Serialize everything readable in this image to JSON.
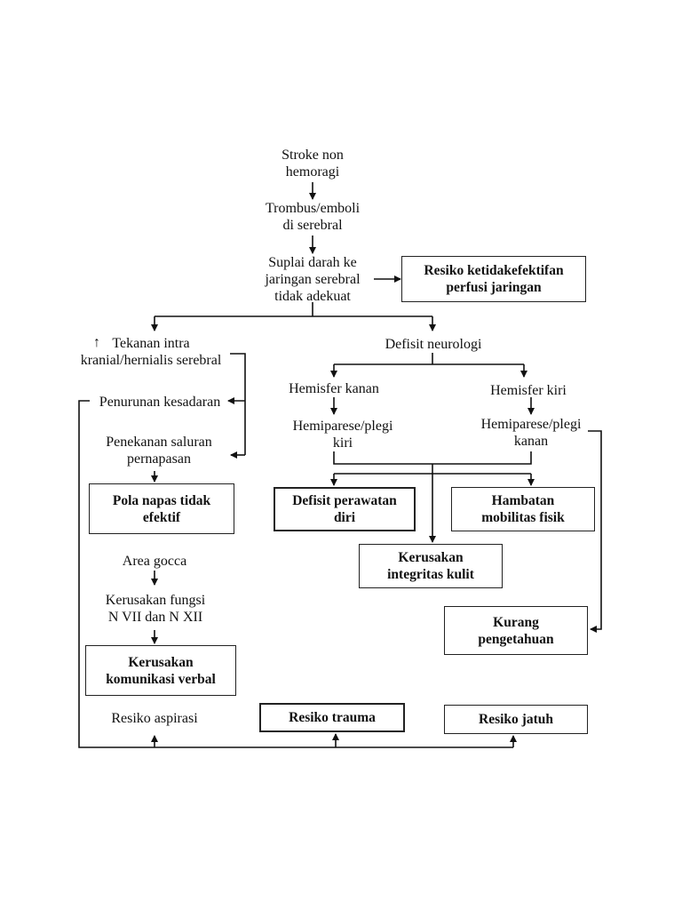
{
  "diagram": {
    "nodes": [
      {
        "id": "stroke",
        "label": "Stroke non\nhemoragi",
        "kind": "plain"
      },
      {
        "id": "trombus",
        "label": "Trombus/emboli\ndi serebral",
        "kind": "plain"
      },
      {
        "id": "suplai",
        "label": "Suplai darah ke\njaringan serebral\ntidak adekuat",
        "kind": "plain"
      },
      {
        "id": "resiko_perfusi",
        "label": "Resiko ketidakefektifan\nperfusi jaringan",
        "kind": "boxed"
      },
      {
        "id": "tekanan",
        "label": "Tekanan intra\nkranial/hernialis serebral",
        "kind": "plain",
        "prefix": "↑"
      },
      {
        "id": "defisit_neuro",
        "label": "Defisit neurologi",
        "kind": "plain"
      },
      {
        "id": "penurunan",
        "label": "Penurunan kesadaran",
        "kind": "plain"
      },
      {
        "id": "hem_kanan",
        "label": "Hemisfer kanan",
        "kind": "plain"
      },
      {
        "id": "hem_kiri",
        "label": "Hemisfer kiri",
        "kind": "plain"
      },
      {
        "id": "hemiparese_kiri",
        "label": "Hemiparese/plegi\nkiri",
        "kind": "plain"
      },
      {
        "id": "hemiparese_kanan",
        "label": "Hemiparese/plegi\nkanan",
        "kind": "plain"
      },
      {
        "id": "penekanan",
        "label": "Penekanan saluran\npernapasan",
        "kind": "plain"
      },
      {
        "id": "pola_napas",
        "label": "Pola napas tidak\nefektif",
        "kind": "boxed"
      },
      {
        "id": "defisit_perawatan",
        "label": "Defisit perawatan\ndiri",
        "kind": "boxed"
      },
      {
        "id": "hambatan",
        "label": "Hambatan\nmobilitas fisik",
        "kind": "boxed"
      },
      {
        "id": "area_gocca",
        "label": "Area gocca",
        "kind": "plain"
      },
      {
        "id": "kerusakan_integritas",
        "label": "Kerusakan\nintegritas kulit",
        "kind": "boxed"
      },
      {
        "id": "kerusakan_fungsi",
        "label": "Kerusakan fungsi\nN VII dan N XII",
        "kind": "plain"
      },
      {
        "id": "kurang",
        "label": "Kurang\npengetahuan",
        "kind": "boxed"
      },
      {
        "id": "komunikasi",
        "label": "Kerusakan\nkomunikasi verbal",
        "kind": "boxed"
      },
      {
        "id": "aspirasi",
        "label": "Resiko aspirasi",
        "kind": "plain"
      },
      {
        "id": "trauma",
        "label": "Resiko trauma",
        "kind": "boxed"
      },
      {
        "id": "jatuh",
        "label": "Resiko jatuh",
        "kind": "boxed"
      }
    ]
  }
}
